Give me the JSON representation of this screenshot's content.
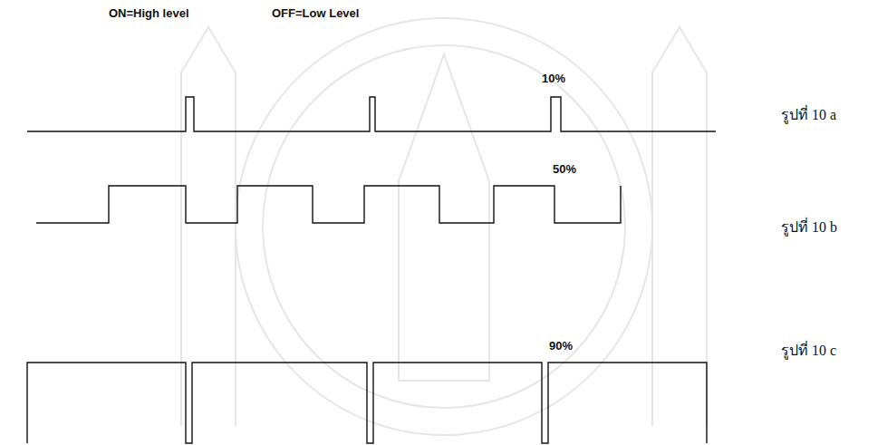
{
  "diagram": {
    "labels": [
      "ON=High level",
      "OFF=Low Level",
      "10%",
      "50%",
      "90%",
      "รูปที่ 10 a",
      "รูปที่ 10 b",
      "รูปที่ 10 c"
    ]
  }
}
